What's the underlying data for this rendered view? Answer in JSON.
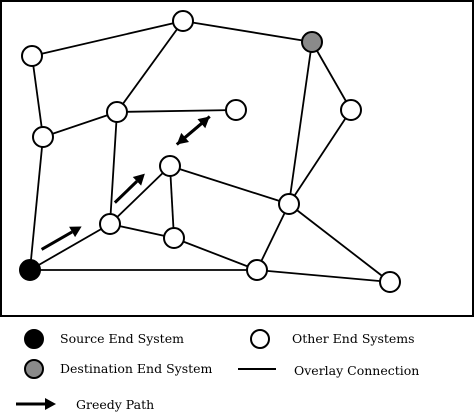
{
  "colors": {
    "source": "#000000",
    "destination": "#8a8a8a",
    "other": "#ffffff",
    "stroke": "#000000",
    "background": "#ffffff"
  },
  "nodes": [
    {
      "id": "n1",
      "role": "other"
    },
    {
      "id": "n2",
      "role": "other"
    },
    {
      "id": "n3",
      "role": "destination"
    },
    {
      "id": "n4",
      "role": "other"
    },
    {
      "id": "n5",
      "role": "other"
    },
    {
      "id": "n6",
      "role": "other"
    },
    {
      "id": "n7",
      "role": "other"
    },
    {
      "id": "n8",
      "role": "other"
    },
    {
      "id": "n9",
      "role": "other"
    },
    {
      "id": "n10",
      "role": "other"
    },
    {
      "id": "n11",
      "role": "other"
    },
    {
      "id": "n12",
      "role": "source"
    },
    {
      "id": "n13",
      "role": "other"
    },
    {
      "id": "n14",
      "role": "other"
    }
  ],
  "edges": [
    [
      "n1",
      "n2"
    ],
    [
      "n2",
      "n3"
    ],
    [
      "n1",
      "n5"
    ],
    [
      "n2",
      "n4"
    ],
    [
      "n3",
      "n7"
    ],
    [
      "n3",
      "n9"
    ],
    [
      "n4",
      "n6"
    ],
    [
      "n4",
      "n5"
    ],
    [
      "n5",
      "n12"
    ],
    [
      "n4",
      "n10"
    ],
    [
      "n8",
      "n9"
    ],
    [
      "n8",
      "n10"
    ],
    [
      "n8",
      "n11"
    ],
    [
      "n7",
      "n9"
    ],
    [
      "n9",
      "n13"
    ],
    [
      "n9",
      "n14"
    ],
    [
      "n12",
      "n10"
    ],
    [
      "n10",
      "n11"
    ],
    [
      "n11",
      "n13"
    ],
    [
      "n12",
      "n13"
    ],
    [
      "n13",
      "n14"
    ]
  ],
  "greedy_path": [
    "n12",
    "n10",
    "n8",
    "n6"
  ],
  "legend": {
    "source_label": "Source End System",
    "destination_label": "Destination End System",
    "other_label": "Other End Systems",
    "overlay_label": "Overlay Connection",
    "greedy_label": "Greedy Path"
  }
}
